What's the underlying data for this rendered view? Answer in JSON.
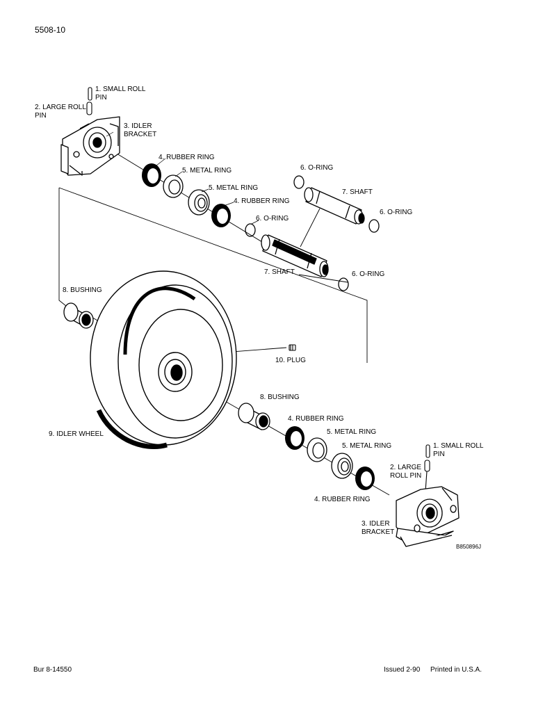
{
  "header": {
    "doc_number": "5508-10"
  },
  "footer": {
    "bur": "Bur 8-14550",
    "issued": "Issued 2-90",
    "printed": "Printed in U.S.A."
  },
  "figure_ref": "B850896J",
  "labels": {
    "small_roll_pin_top": [
      "1. SMALL ROLL",
      "PIN"
    ],
    "large_roll_pin_top": [
      "2. LARGE ROLL",
      "PIN"
    ],
    "idler_bracket_top": [
      "3. IDLER",
      "BRACKET"
    ],
    "rubber_ring_1": "4. RUBBER RING",
    "metal_ring_1": "5. METAL RING",
    "metal_ring_2": "5. METAL RING",
    "rubber_ring_2": "4. RUBBER RING",
    "o_ring_1": "6. O-RING",
    "o_ring_top": "6. O-RING",
    "shaft_top": "7. SHAFT",
    "o_ring_right": "6. O-RING",
    "shaft_main": "7. SHAFT",
    "o_ring_main": "6. O-RING",
    "bushing_left": "8. BUSHING",
    "plug": "10. PLUG",
    "bushing_right": "8. BUSHING",
    "idler_wheel": "9. IDLER WHEEL",
    "rubber_ring_3": "4. RUBBER RING",
    "metal_ring_3": "5. METAL RING",
    "metal_ring_4": "5. METAL RING",
    "small_roll_pin_bottom": [
      "1. SMALL ROLL",
      "PIN"
    ],
    "large_roll_pin_bottom": [
      "2. LARGE",
      "ROLL PIN"
    ],
    "rubber_ring_4": "4. RUBBER RING",
    "idler_bracket_bottom": [
      "3. IDLER",
      "BRACKET"
    ]
  }
}
